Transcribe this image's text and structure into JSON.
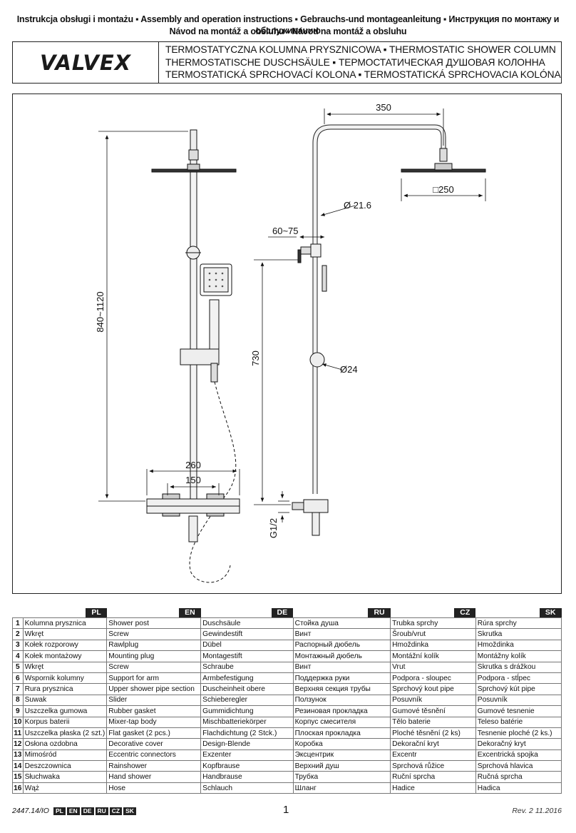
{
  "header": {
    "line1": "Instrukcja obsługi i montażu ▪ Assembly and operation instructions ▪ Gebrauchs-und montageanleitung ▪ Инструкция по монтажу и обслуживанию",
    "line2": "Návod na montáž a obsluhu ▪ Návod na montáž a obsluhu"
  },
  "brand": {
    "logo": "VALVEX"
  },
  "title": {
    "line1": "TERMOSTATYCZNA KOLUMNA PRYSZNICOWA ▪ THERMOSTATIC SHOWER COLUMN",
    "line2": "THERMOSTATISCHE DUSCHSÄULE ▪ ТЕРМОСТАТИЧЕСКАЯ ДУШОВАЯ КОЛОННА",
    "line3": "TERMOSTATICKÁ SPRCHOVACÍ KOLONA ▪ TERMOSTATICKÁ SPRCHOVACIA KOLÓNA"
  },
  "dimensions": {
    "height_range": "840~1120",
    "arm_length": "350",
    "head_size": "□250",
    "pipe_upper": "Ø 21.6",
    "bracket": "60~75",
    "slider_height": "730",
    "pipe_lower": "Ø24",
    "width_total": "260",
    "width_connect": "150",
    "thread": "G1/2"
  },
  "languages": [
    "PL",
    "EN",
    "DE",
    "RU",
    "CZ",
    "SK"
  ],
  "parts": [
    {
      "n": "1",
      "pl": "Kolumna prysznica",
      "en": "Shower post",
      "de": "Duschsäule",
      "ru": "Стойка душа",
      "cz": "Trubka sprchy",
      "sk": "Rúra sprchy"
    },
    {
      "n": "2",
      "pl": "Wkręt",
      "en": "Screw",
      "de": "Gewindestift",
      "ru": "Винт",
      "cz": "Šroub/vrut",
      "sk": "Skrutka"
    },
    {
      "n": "3",
      "pl": "Kołek rozporowy",
      "en": "Rawlplug",
      "de": "Dübel",
      "ru": "Распорный дюбель",
      "cz": "Hmoždinka",
      "sk": "Hmoždinka"
    },
    {
      "n": "4",
      "pl": "Kołek montażowy",
      "en": "Mounting plug",
      "de": "Montagestift",
      "ru": "Монтажный дюбель",
      "cz": "Montážní kolík",
      "sk": "Montážny kolík"
    },
    {
      "n": "5",
      "pl": "Wkręt",
      "en": "Screw",
      "de": "Schraube",
      "ru": "Винт",
      "cz": "Vrut",
      "sk": "Skrutka s drážkou"
    },
    {
      "n": "6",
      "pl": "Wspornik kolumny",
      "en": "Support for arm",
      "de": "Armbefestigung",
      "ru": "Поддержка руки",
      "cz": "Podpora - sloupec",
      "sk": "Podpora - stĺpec"
    },
    {
      "n": "7",
      "pl": "Rura prysznica",
      "en": "Upper shower pipe section",
      "de": "Duscheinheit obere",
      "ru": "Верхняя секция трубы",
      "cz": "Sprchový kout pipe",
      "sk": "Sprchový kút pipe"
    },
    {
      "n": "8",
      "pl": "Suwak",
      "en": "Slider",
      "de": "Schieberegler",
      "ru": "Ползунок",
      "cz": "Posuvník",
      "sk": "Posuvník"
    },
    {
      "n": "9",
      "pl": "Uszczelka gumowa",
      "en": "Rubber gasket",
      "de": "Gummidichtung",
      "ru": "Резиновая прокладка",
      "cz": "Gumové těsnění",
      "sk": "Gumové tesnenie"
    },
    {
      "n": "10",
      "pl": "Korpus baterii",
      "en": "Mixer-tap body",
      "de": "Mischbatteriekörper",
      "ru": "Корпус смесителя",
      "cz": "Tělo baterie",
      "sk": "Teleso batérie"
    },
    {
      "n": "11",
      "pl": "Uszczelka płaska (2 szt.)",
      "en": "Flat gasket (2 pcs.)",
      "de": "Flachdichtung (2 Stck.)",
      "ru": "Плоская прокладка",
      "cz": "Ploché těsnění (2 ks)",
      "sk": "Tesnenie ploché (2 ks.)"
    },
    {
      "n": "12",
      "pl": "Osłona ozdobna",
      "en": "Decorative cover",
      "de": "Design-Blende",
      "ru": "Коробка",
      "cz": "Dekorační kryt",
      "sk": "Dekoračný kryt"
    },
    {
      "n": "13",
      "pl": "Mimośród",
      "en": "Eccentric connectors",
      "de": "Exzenter",
      "ru": "Эксцентрик",
      "cz": "Excentr",
      "sk": "Excentrická spojka"
    },
    {
      "n": "14",
      "pl": "Deszczownica",
      "en": "Rainshower",
      "de": "Kopfbrause",
      "ru": "Верхний душ",
      "cz": "Sprchová růžice",
      "sk": "Sprchová hlavica"
    },
    {
      "n": "15",
      "pl": "Słuchwaka",
      "en": "Hand shower",
      "de": "Handbrause",
      "ru": "Трубка",
      "cz": "Ruční sprcha",
      "sk": "Ručná sprcha"
    },
    {
      "n": "16",
      "pl": "Wąż",
      "en": "Hose",
      "de": "Schlauch",
      "ru": "Шланг",
      "cz": "Hadice",
      "sk": "Hadica"
    }
  ],
  "footer": {
    "doc_code": "2447.14/IO",
    "lang_codes": [
      "PL",
      "EN",
      "DE",
      "RU",
      "CZ",
      "SK"
    ],
    "page": "1",
    "revision": "Rev. 2  11.2016"
  }
}
